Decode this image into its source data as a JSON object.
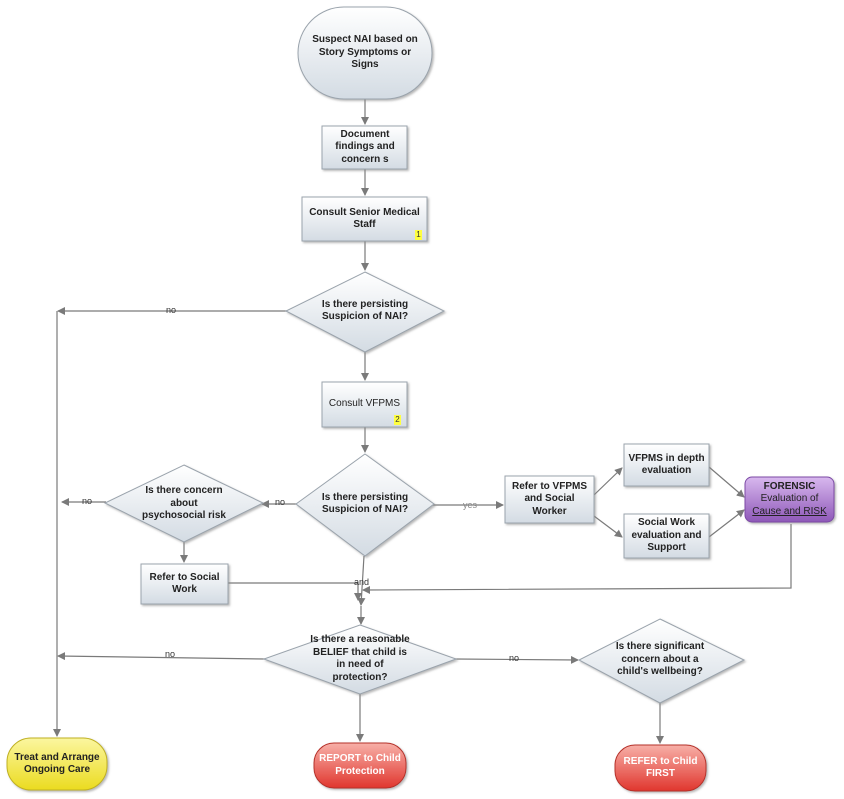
{
  "nodes": {
    "suspect": "Suspect NAI based on Story Symptoms or Signs",
    "document": "Document findings and concern s",
    "consult_senior": "Consult Senior Medical Staff",
    "decision_persisting_1": "Is there persisting Suspicion of NAI?",
    "consult_vfpms": "Consult VFPMS",
    "decision_persisting_2": "Is there persisting Suspicion of NAI?",
    "decision_psychosocial": "Is there concern about psychosocial risk",
    "refer_social_work": "Refer to Social Work",
    "refer_vfpms_sw": "Refer to VFPMS and Social Worker",
    "vfpms_depth": "VFPMS in depth evaluation",
    "sw_evaluation": "Social Work evaluation and Support",
    "forensic": {
      "line1": "FORENSIC",
      "line2": "Evaluation  of",
      "line3": "Cause and RISK"
    },
    "decision_belief": "Is there a reasonable BELIEF that child is in need of protection?",
    "decision_wellbeing": "Is there significant concern about a child's wellbeing?",
    "treat": "Treat and Arrange Ongoing Care",
    "report": "REPORT to Child Protection",
    "refer_child_first": "REFER to Child FIRST"
  },
  "badges": {
    "senior": "1",
    "vfpms": "2"
  },
  "edge_labels": {
    "no_top": "no",
    "no_psych": "no",
    "no_persist2": "no",
    "yes": "yes",
    "and": "and",
    "no_belief_left": "no",
    "no_belief_right": "no"
  },
  "colors": {
    "box_fill": "#e4eaf0",
    "box_stroke": "#9aa3ac",
    "edge": "#7a7a7a",
    "forensic": "#9a6cc0",
    "treat": "#f4e640",
    "report": "#e84840",
    "badge": "#ffff40"
  }
}
